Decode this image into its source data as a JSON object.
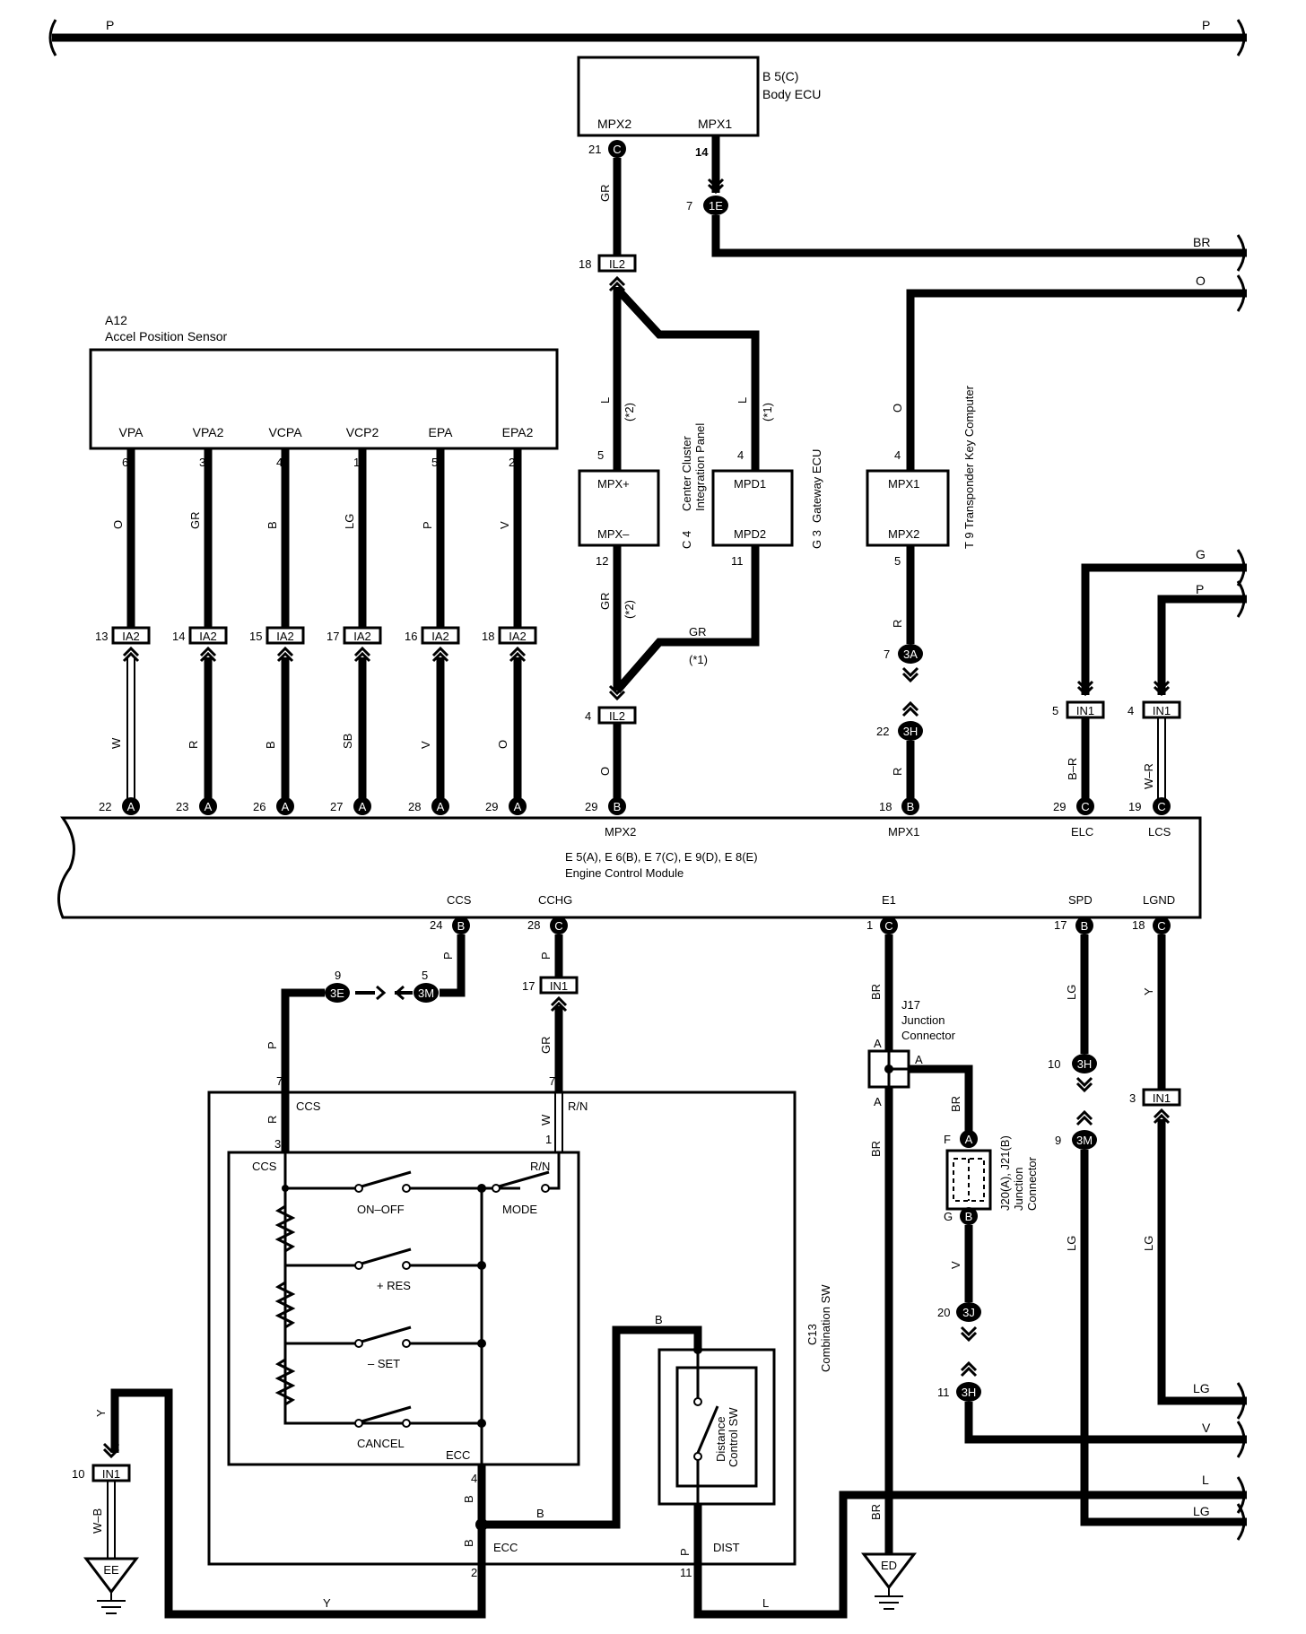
{
  "top_bus": {
    "left": "P",
    "right": "P"
  },
  "body_ecu": {
    "id": "B 5(C)",
    "name": "Body ECU",
    "pin1": "MPX2",
    "pin2": "MPX1",
    "pin1_no": "21",
    "pin1_conn": "C",
    "pin2_no": "14",
    "pin2_join_no": "7",
    "pin2_join": "1E"
  },
  "right_wires": {
    "br": "BR",
    "o": "O",
    "g": "G",
    "p": "P",
    "lg1": "LG",
    "v": "V",
    "l": "L",
    "lg2": "LG"
  },
  "accel_sensor": {
    "id": "A12",
    "name": "Accel Position Sensor",
    "pins": [
      {
        "name": "VPA",
        "no": "6",
        "color": "O",
        "ia_no": "13",
        "ia": "IA2",
        "ecm_color": "W",
        "ecm_no": "22",
        "ecm_conn": "A",
        "ecm_name": "VPA"
      },
      {
        "name": "VPA2",
        "no": "3",
        "color": "GR",
        "ia_no": "14",
        "ia": "IA2",
        "ecm_color": "R",
        "ecm_no": "23",
        "ecm_conn": "A",
        "ecm_name": "VPA2"
      },
      {
        "name": "VCPA",
        "no": "4",
        "color": "B",
        "ia_no": "15",
        "ia": "IA2",
        "ecm_color": "B",
        "ecm_no": "26",
        "ecm_conn": "A",
        "ecm_name": "VCPA"
      },
      {
        "name": "VCP2",
        "no": "1",
        "color": "LG",
        "ia_no": "17",
        "ia": "IA2",
        "ecm_color": "SB",
        "ecm_no": "27",
        "ecm_conn": "A",
        "ecm_name": "VCP2"
      },
      {
        "name": "EPA",
        "no": "5",
        "color": "P",
        "ia_no": "16",
        "ia": "IA2",
        "ecm_color": "V",
        "ecm_no": "28",
        "ecm_conn": "A",
        "ecm_name": "EPA"
      },
      {
        "name": "EPA2",
        "no": "2",
        "color": "V",
        "ia_no": "18",
        "ia": "IA2",
        "ecm_color": "O",
        "ecm_no": "29",
        "ecm_conn": "A",
        "ecm_name": "EPA2"
      }
    ]
  },
  "mpx2_line": {
    "gr1": "GR",
    "il2_top_no": "18",
    "il2": "IL2",
    "l1": "L",
    "note2": "(*2)",
    "l2": "L",
    "note1": "(*1)",
    "gr2": "GR",
    "gr3": "GR",
    "il2_bot_no": "4",
    "o": "O",
    "ecm_no": "29",
    "ecm_conn": "B",
    "ecm_name": "MPX2"
  },
  "center_cluster": {
    "id": "C 4",
    "name1": "Center Cluster",
    "name2": "Integration Panel",
    "pin1": "MPX+",
    "pin2": "MPX–",
    "pin1_no": "5",
    "pin2_no": "12"
  },
  "gateway_ecu": {
    "id": "G 3",
    "name": "Gateway ECU",
    "pin1": "MPD1",
    "pin2": "MPD2",
    "pin1_no": "4",
    "pin2_no": "11"
  },
  "transponder": {
    "id": "T 9",
    "name": "Transponder Key Computer",
    "pin1": "MPX1",
    "pin2": "MPX2",
    "pin1_no": "4",
    "pin2_no": "5"
  },
  "mpx1_line": {
    "o": "O",
    "r1": "R",
    "j1_no": "7",
    "j1": "3A",
    "j2_no": "22",
    "j2": "3H",
    "r2": "R",
    "ecm_no": "18",
    "ecm_conn": "B",
    "ecm_name": "MPX1"
  },
  "elc_line": {
    "in_no": "5",
    "in": "IN1",
    "color": "B–R",
    "ecm_no": "29",
    "ecm_conn": "C",
    "ecm_name": "ELC"
  },
  "lcs_line": {
    "in_no": "4",
    "in": "IN1",
    "color": "W–R",
    "ecm_no": "19",
    "ecm_conn": "C",
    "ecm_name": "LCS"
  },
  "ecm": {
    "title1": "E 5(A), E 6(B), E 7(C), E 9(D), E 8(E)",
    "title2": "Engine Control Module"
  },
  "ccs_line": {
    "ecm_name": "CCS",
    "ecm_no": "24",
    "ecm_conn": "B",
    "p1": "P",
    "j1_no": "5",
    "j1": "3M",
    "j2_no": "9",
    "j2": "3E",
    "p2": "P"
  },
  "cchg_line": {
    "ecm_name": "CCHG",
    "ecm_no": "28",
    "ecm_conn": "C",
    "p": "P",
    "in_no": "17",
    "in": "IN1",
    "gr": "GR"
  },
  "e1_line": {
    "ecm_name": "E1",
    "ecm_no": "1",
    "ecm_conn": "C",
    "br1": "BR",
    "br2": "BR",
    "br3": "BR",
    "br4": "BR",
    "ground": "ED"
  },
  "j17": {
    "id": "J17",
    "name1": "Junction",
    "name2": "Connector",
    "a1": "A",
    "a2": "A",
    "a3": "A"
  },
  "j20": {
    "id": "J20(A), J21(B)",
    "name1": "Junction",
    "name2": "Connector",
    "f": "F",
    "fa": "A",
    "g": "G",
    "gb": "B",
    "v": "V",
    "j1_no": "20",
    "j1": "3J",
    "j2_no": "11",
    "j2": "3H"
  },
  "spd_line": {
    "ecm_name": "SPD",
    "ecm_no": "17",
    "ecm_conn": "B",
    "lg1": "LG",
    "j1_no": "10",
    "j1": "3H",
    "j2_no": "9",
    "j2": "3M",
    "lg2": "LG"
  },
  "lgnd_line": {
    "ecm_name": "LGND",
    "ecm_no": "18",
    "ecm_conn": "C",
    "y": "Y",
    "in_no": "3",
    "in": "IN1",
    "lg": "LG"
  },
  "combo_sw": {
    "id": "C13",
    "name": "Combination SW",
    "ccs_outer": "CCS",
    "ccs_inner": "CCS",
    "rn_outer": "R/N",
    "rn_inner": "R/N",
    "pin7a": "7",
    "pin3": "3",
    "pin7b": "7",
    "pin1": "1",
    "r": "R",
    "w": "W",
    "switches": [
      "ON–OFF",
      "+ RES",
      "– SET",
      "CANCEL"
    ],
    "mode": "MODE",
    "ecc_inner": "ECC",
    "ecc_outer": "ECC",
    "dist": "DIST",
    "pin4": "4",
    "pin2": "2",
    "pin11": "11",
    "b1": "B",
    "b2": "B",
    "b3": "B",
    "b4": "B",
    "p": "P",
    "distance_sw1": "Distance",
    "distance_sw2": "Control SW"
  },
  "ee_line": {
    "y": "Y",
    "in_no": "10",
    "in": "IN1",
    "wb": "W–B",
    "ground": "EE",
    "y2": "Y",
    "l": "L"
  }
}
